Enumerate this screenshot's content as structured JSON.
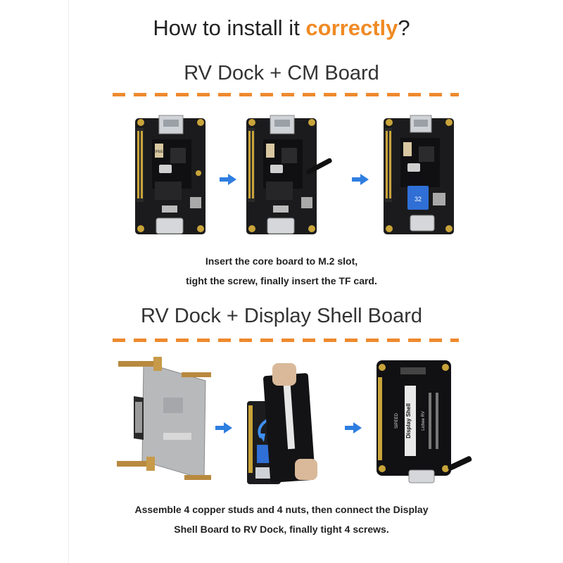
{
  "header": {
    "title_prefix": "How to install it ",
    "title_accent": "correctly",
    "title_suffix": "?"
  },
  "section1": {
    "title": "RV Dock + CM Board",
    "caption_line1": "Insert the core board to M.2 slot,",
    "caption_line2": "tight the screw, finally insert the TF card."
  },
  "section2": {
    "title": "RV Dock + Display Shell Board",
    "caption_line1": "Assemble 4 copper studs and 4 nuts, then connect the Display",
    "caption_line2": "Shell Board to RV Dock, finally tight 4 screws."
  },
  "board_labels": {
    "chip_label": "SIPEED",
    "sd_label": "32",
    "shell_brand": "SIPEED",
    "shell_model": "Lichee RV",
    "shell_name": "Display Shell"
  },
  "colors": {
    "accent": "#f08a24",
    "dash": "#ee8a2e",
    "arrow": "#2f7ee0",
    "pcb": "#1b1b1d",
    "pad": "#c9a43a"
  }
}
